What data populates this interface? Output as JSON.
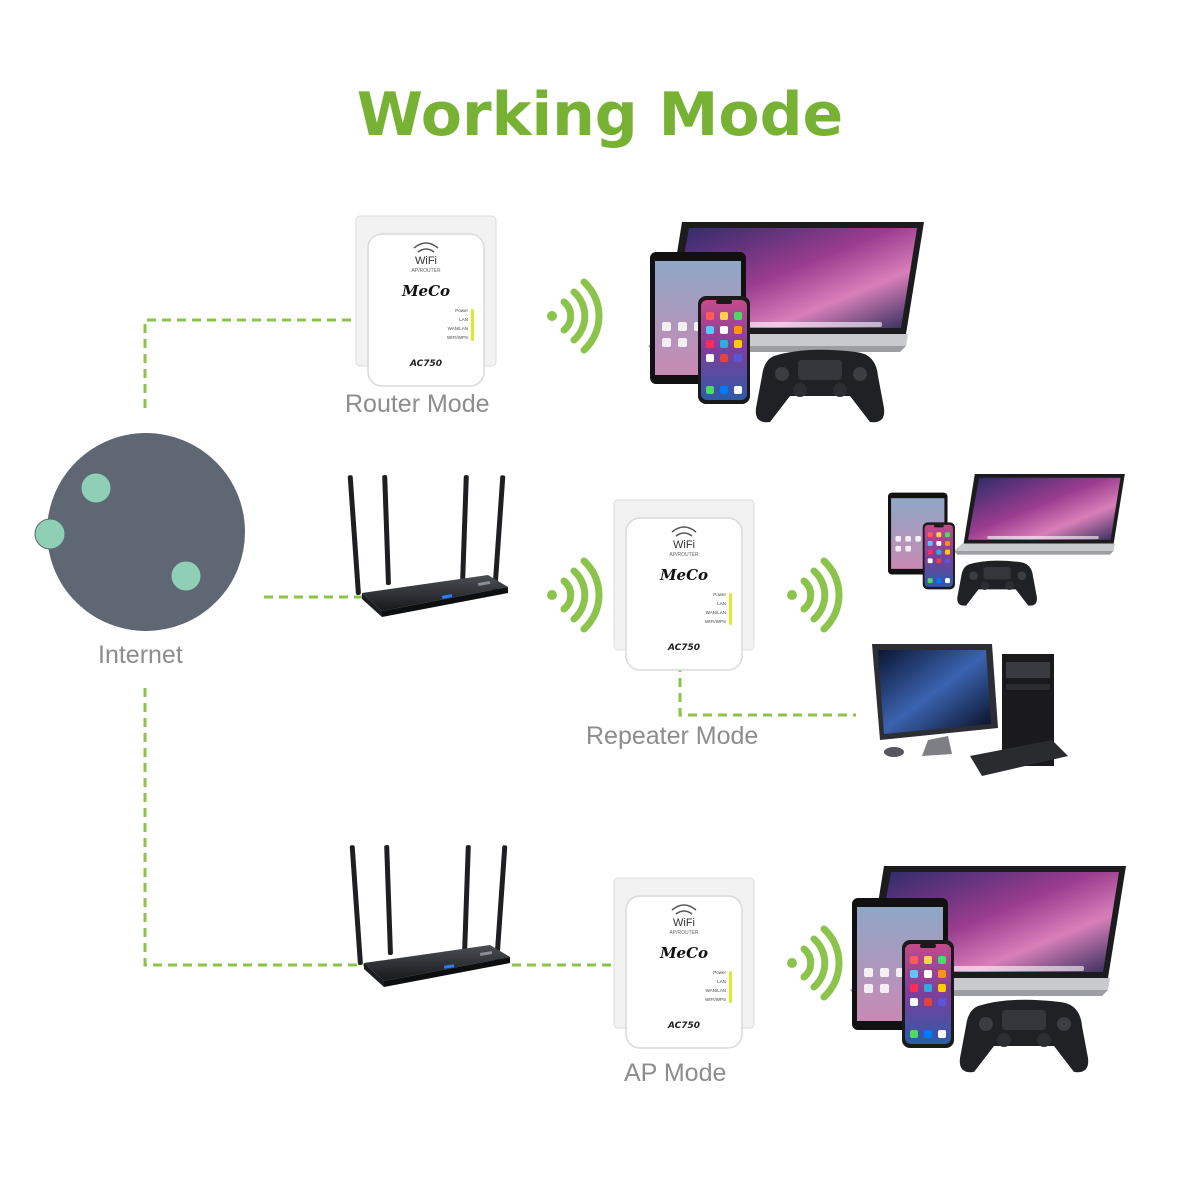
{
  "title": "Working Mode",
  "colors": {
    "title": "#77b234",
    "connector": "#8cc34b",
    "wifi_wave": "#8cc34b",
    "label": "#8d8d8d",
    "globe": "#5f6773",
    "globe_node": "#8fcfb5",
    "led": "#d9ec2a",
    "router_body": "#2b2f33"
  },
  "labels": {
    "internet": "Internet",
    "router_mode": "Router Mode",
    "repeater_mode": "Repeater Mode",
    "ap_mode": "AP Mode"
  },
  "device": {
    "wifi_logo": "WiFi",
    "subtitle": "AP/ROUTER",
    "brand": "MeCo",
    "model": "AC750",
    "leds": [
      "Power",
      "LAN",
      "WAN/LAN",
      "WIFI/WPS"
    ]
  },
  "icons": [
    "globe-icon",
    "wall-outlet",
    "wifi-signal-icon",
    "tablet-icon",
    "smartphone-icon",
    "laptop-icon",
    "gamepad-icon",
    "desktop-pc-icon",
    "monitor-icon",
    "keyboard-icon",
    "mouse-icon",
    "wireless-router-icon"
  ]
}
